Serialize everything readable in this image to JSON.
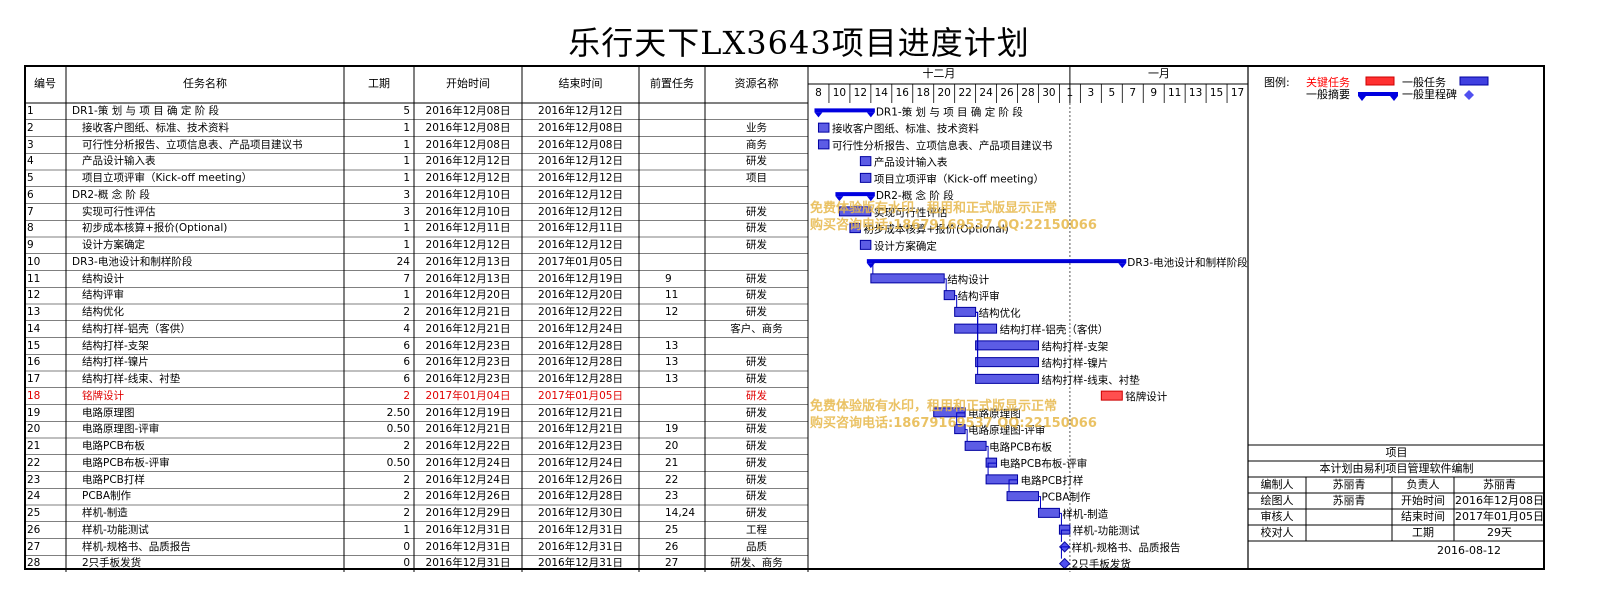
{
  "title": "乐行天下LX3643项目进度计划",
  "columns": {
    "id": "编号",
    "name": "任务名称",
    "duration": "工期",
    "start": "开始时间",
    "end": "结束时间",
    "pred": "前置任务",
    "resource": "资源名称"
  },
  "timeline": {
    "months": [
      "十二月",
      "一月"
    ],
    "days": [
      "8",
      "10",
      "12",
      "14",
      "16",
      "18",
      "20",
      "22",
      "24",
      "26",
      "28",
      "30",
      "1",
      "3",
      "5",
      "7",
      "9",
      "11",
      "13",
      "15",
      "17"
    ]
  },
  "tasks": [
    {
      "id": "1",
      "name": "DR1-策 划 与 项 目 确 定 阶 段",
      "duration": "5",
      "start": "2016年12月08日",
      "end": "2016年12月12日",
      "pred": "",
      "resource": "",
      "type": "summary",
      "indent": 0
    },
    {
      "id": "2",
      "name": "接收客户图纸、标准、技术资料",
      "duration": "1",
      "start": "2016年12月08日",
      "end": "2016年12月08日",
      "pred": "",
      "resource": "业务",
      "type": "task",
      "indent": 1
    },
    {
      "id": "3",
      "name": "可行性分析报告、立项信息表、产品项目建议书",
      "duration": "1",
      "start": "2016年12月08日",
      "end": "2016年12月08日",
      "pred": "",
      "resource": "商务",
      "type": "task",
      "indent": 1
    },
    {
      "id": "4",
      "name": "产品设计输入表",
      "duration": "1",
      "start": "2016年12月12日",
      "end": "2016年12月12日",
      "pred": "",
      "resource": "研发",
      "type": "task",
      "indent": 1
    },
    {
      "id": "5",
      "name": "项目立项评审（Kick-off meeting）",
      "duration": "1",
      "start": "2016年12月12日",
      "end": "2016年12月12日",
      "pred": "",
      "resource": "项目",
      "type": "task",
      "indent": 1
    },
    {
      "id": "6",
      "name": "DR2-概 念 阶 段",
      "duration": "3",
      "start": "2016年12月10日",
      "end": "2016年12月12日",
      "pred": "",
      "resource": "",
      "type": "summary",
      "indent": 0
    },
    {
      "id": "7",
      "name": "实现可行性评估",
      "duration": "3",
      "start": "2016年12月10日",
      "end": "2016年12月12日",
      "pred": "",
      "resource": "研发",
      "type": "task",
      "indent": 1
    },
    {
      "id": "8",
      "name": "初步成本核算+报价(Optional)",
      "duration": "1",
      "start": "2016年12月11日",
      "end": "2016年12月11日",
      "pred": "",
      "resource": "研发",
      "type": "task",
      "indent": 1
    },
    {
      "id": "9",
      "name": "设计方案确定",
      "duration": "1",
      "start": "2016年12月12日",
      "end": "2016年12月12日",
      "pred": "",
      "resource": "研发",
      "type": "task",
      "indent": 1
    },
    {
      "id": "10",
      "name": "DR3-电池设计和制样阶段",
      "duration": "24",
      "start": "2016年12月13日",
      "end": "2017年01月05日",
      "pred": "",
      "resource": "",
      "type": "summary",
      "indent": 0
    },
    {
      "id": "11",
      "name": "结构设计",
      "duration": "7",
      "start": "2016年12月13日",
      "end": "2016年12月19日",
      "pred": "9",
      "resource": "研发",
      "type": "task",
      "indent": 1
    },
    {
      "id": "12",
      "name": "结构评审",
      "duration": "1",
      "start": "2016年12月20日",
      "end": "2016年12月20日",
      "pred": "11",
      "resource": "研发",
      "type": "task",
      "indent": 1
    },
    {
      "id": "13",
      "name": "结构优化",
      "duration": "2",
      "start": "2016年12月21日",
      "end": "2016年12月22日",
      "pred": "12",
      "resource": "研发",
      "type": "task",
      "indent": 1
    },
    {
      "id": "14",
      "name": "结构打样-铝壳（客供）",
      "duration": "4",
      "start": "2016年12月21日",
      "end": "2016年12月24日",
      "pred": "",
      "resource": "客户、商务",
      "type": "task",
      "indent": 1
    },
    {
      "id": "15",
      "name": "结构打样-支架",
      "duration": "6",
      "start": "2016年12月23日",
      "end": "2016年12月28日",
      "pred": "13",
      "resource": "",
      "type": "task",
      "indent": 1
    },
    {
      "id": "16",
      "name": "结构打样-镍片",
      "duration": "6",
      "start": "2016年12月23日",
      "end": "2016年12月28日",
      "pred": "13",
      "resource": "研发",
      "type": "task",
      "indent": 1
    },
    {
      "id": "17",
      "name": "结构打样-线束、衬垫",
      "duration": "6",
      "start": "2016年12月23日",
      "end": "2016年12月28日",
      "pred": "13",
      "resource": "研发",
      "type": "task",
      "indent": 1
    },
    {
      "id": "18",
      "name": "铭牌设计",
      "duration": "2",
      "start": "2017年01月04日",
      "end": "2017年01月05日",
      "pred": "",
      "resource": "研发",
      "type": "critical",
      "indent": 1
    },
    {
      "id": "19",
      "name": "电路原理图",
      "duration": "2.50",
      "start": "2016年12月19日",
      "end": "2016年12月21日",
      "pred": "",
      "resource": "研发",
      "type": "task",
      "indent": 1
    },
    {
      "id": "20",
      "name": "电路原理图-评审",
      "duration": "0.50",
      "start": "2016年12月21日",
      "end": "2016年12月21日",
      "pred": "19",
      "resource": "研发",
      "type": "task",
      "indent": 1
    },
    {
      "id": "21",
      "name": "电路PCB布板",
      "duration": "2",
      "start": "2016年12月22日",
      "end": "2016年12月23日",
      "pred": "20",
      "resource": "研发",
      "type": "task",
      "indent": 1
    },
    {
      "id": "22",
      "name": "电路PCB布板-评审",
      "duration": "0.50",
      "start": "2016年12月24日",
      "end": "2016年12月24日",
      "pred": "21",
      "resource": "研发",
      "type": "task",
      "indent": 1
    },
    {
      "id": "23",
      "name": "电路PCB打样",
      "duration": "2",
      "start": "2016年12月24日",
      "end": "2016年12月26日",
      "pred": "22",
      "resource": "研发",
      "type": "task",
      "indent": 1
    },
    {
      "id": "24",
      "name": "PCBA制作",
      "duration": "2",
      "start": "2016年12月26日",
      "end": "2016年12月28日",
      "pred": "23",
      "resource": "研发",
      "type": "task",
      "indent": 1
    },
    {
      "id": "25",
      "name": "样机-制造",
      "duration": "2",
      "start": "2016年12月29日",
      "end": "2016年12月30日",
      "pred": "14,24",
      "resource": "研发",
      "type": "task",
      "indent": 1
    },
    {
      "id": "26",
      "name": "样机-功能测试",
      "duration": "1",
      "start": "2016年12月31日",
      "end": "2016年12月31日",
      "pred": "25",
      "resource": "工程",
      "type": "task",
      "indent": 1
    },
    {
      "id": "27",
      "name": "样机-规格书、品质报告",
      "duration": "0",
      "start": "2016年12月31日",
      "end": "2016年12月31日",
      "pred": "26",
      "resource": "品质",
      "type": "milestone",
      "indent": 1
    },
    {
      "id": "28",
      "name": "2只手板发货",
      "duration": "0",
      "start": "2016年12月31日",
      "end": "2016年12月31日",
      "pred": "27",
      "resource": "研发、商务",
      "type": "milestone",
      "indent": 1
    }
  ],
  "chart_data": {
    "type": "gantt",
    "x_axis_start": "2016-12-07",
    "x_axis_end": "2017-01-18",
    "status_date": "2017-01-01",
    "bars": [
      {
        "id": "1",
        "start": "2016-12-08",
        "end": "2016-12-12",
        "type": "summary"
      },
      {
        "id": "2",
        "start": "2016-12-08",
        "end": "2016-12-08",
        "type": "task"
      },
      {
        "id": "3",
        "start": "2016-12-08",
        "end": "2016-12-08",
        "type": "task"
      },
      {
        "id": "4",
        "start": "2016-12-12",
        "end": "2016-12-12",
        "type": "task"
      },
      {
        "id": "5",
        "start": "2016-12-12",
        "end": "2016-12-12",
        "type": "task"
      },
      {
        "id": "6",
        "start": "2016-12-10",
        "end": "2016-12-12",
        "type": "summary"
      },
      {
        "id": "7",
        "start": "2016-12-10",
        "end": "2016-12-12",
        "type": "task"
      },
      {
        "id": "8",
        "start": "2016-12-11",
        "end": "2016-12-11",
        "type": "task"
      },
      {
        "id": "9",
        "start": "2016-12-12",
        "end": "2016-12-12",
        "type": "task"
      },
      {
        "id": "10",
        "start": "2016-12-13",
        "end": "2017-01-05",
        "type": "summary"
      },
      {
        "id": "11",
        "start": "2016-12-13",
        "end": "2016-12-19",
        "type": "task"
      },
      {
        "id": "12",
        "start": "2016-12-20",
        "end": "2016-12-20",
        "type": "task"
      },
      {
        "id": "13",
        "start": "2016-12-21",
        "end": "2016-12-22",
        "type": "task"
      },
      {
        "id": "14",
        "start": "2016-12-21",
        "end": "2016-12-24",
        "type": "task"
      },
      {
        "id": "15",
        "start": "2016-12-23",
        "end": "2016-12-28",
        "type": "task"
      },
      {
        "id": "16",
        "start": "2016-12-23",
        "end": "2016-12-28",
        "type": "task"
      },
      {
        "id": "17",
        "start": "2016-12-23",
        "end": "2016-12-28",
        "type": "task"
      },
      {
        "id": "18",
        "start": "2017-01-04",
        "end": "2017-01-05",
        "type": "critical"
      },
      {
        "id": "19",
        "start": "2016-12-19",
        "end": "2016-12-21",
        "type": "task"
      },
      {
        "id": "20",
        "start": "2016-12-21",
        "end": "2016-12-21",
        "type": "task"
      },
      {
        "id": "21",
        "start": "2016-12-22",
        "end": "2016-12-23",
        "type": "task"
      },
      {
        "id": "22",
        "start": "2016-12-24",
        "end": "2016-12-24",
        "type": "task"
      },
      {
        "id": "23",
        "start": "2016-12-24",
        "end": "2016-12-26",
        "type": "task"
      },
      {
        "id": "24",
        "start": "2016-12-26",
        "end": "2016-12-28",
        "type": "task"
      },
      {
        "id": "25",
        "start": "2016-12-29",
        "end": "2016-12-30",
        "type": "task"
      },
      {
        "id": "26",
        "start": "2016-12-31",
        "end": "2016-12-31",
        "type": "task"
      },
      {
        "id": "27",
        "start": "2016-12-31",
        "end": "2016-12-31",
        "type": "milestone"
      },
      {
        "id": "28",
        "start": "2016-12-31",
        "end": "2016-12-31",
        "type": "milestone"
      }
    ],
    "colors": {
      "task": "#4040e0",
      "summary": "#0000e0",
      "critical": "#ff3030",
      "milestone": "#5050f0"
    }
  },
  "legend": {
    "label": "图例:",
    "critical": "关键任务",
    "task": "一般任务",
    "summary": "一般摘要",
    "milestone": "一般里程碑"
  },
  "watermark": {
    "line1": "免费体验版有水印，租用和正式版显示正常",
    "line2a": "购买咨询电话:18679169537 QQ:22150066",
    "line2b": "购买咨询电话:18679169537 QQ:22150066"
  },
  "info": {
    "project_label": "项目",
    "note": "本计划由易利项目管理软件编制",
    "rows": [
      [
        "编制人",
        "苏丽青",
        "负责人",
        "苏丽青"
      ],
      [
        "绘图人",
        "苏丽青",
        "开始时间",
        "2016年12月08日"
      ],
      [
        "审核人",
        "",
        "结束时间",
        "2017年01月05日"
      ],
      [
        "校对人",
        "",
        "工期",
        "29天"
      ]
    ],
    "date": "2016-08-12"
  }
}
